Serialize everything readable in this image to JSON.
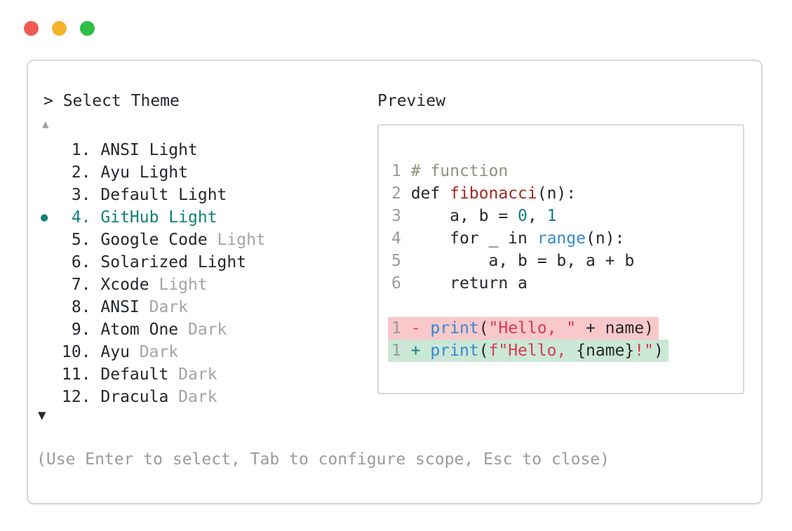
{
  "window": {
    "traffic_lights": [
      {
        "name": "close-button",
        "color": "#f15b53"
      },
      {
        "name": "minimize-button",
        "color": "#f4b32a"
      },
      {
        "name": "maximize-button",
        "color": "#2dbe43"
      }
    ]
  },
  "colors": {
    "accent_teal": "#118079",
    "foreground": "#24282c",
    "muted_gray": "#9b9b9b",
    "comment_olive": "#8e937f",
    "function_red": "#a32a20",
    "keyword_blue": "#3489d0",
    "string_crimson": "#d93a52",
    "diff_removed_bg": "#f8c8ca",
    "diff_added_bg": "#cbe7d6",
    "border_gray": "#d7d7d7"
  },
  "selector": {
    "title": "> Select Theme",
    "scroll_up_icon": "▲",
    "scroll_down_icon": "▼",
    "selected_bullet_icon": "●",
    "items": [
      {
        "num": "1",
        "name": "ANSI Light",
        "muted": "",
        "selected": false
      },
      {
        "num": "2",
        "name": "Ayu Light",
        "muted": "",
        "selected": false
      },
      {
        "num": "3",
        "name": "Default Light",
        "muted": "",
        "selected": false
      },
      {
        "num": "4",
        "name": "GitHub Light",
        "muted": "",
        "selected": true
      },
      {
        "num": "5",
        "name": "Google Code",
        "muted": "Light",
        "selected": false
      },
      {
        "num": "6",
        "name": "Solarized Light",
        "muted": "",
        "selected": false
      },
      {
        "num": "7",
        "name": "Xcode",
        "muted": "Light",
        "selected": false
      },
      {
        "num": "8",
        "name": "ANSI",
        "muted": "Dark",
        "selected": false
      },
      {
        "num": "9",
        "name": "Atom One",
        "muted": "Dark",
        "selected": false
      },
      {
        "num": "10",
        "name": "Ayu",
        "muted": "Dark",
        "selected": false
      },
      {
        "num": "11",
        "name": "Default",
        "muted": "Dark",
        "selected": false
      },
      {
        "num": "12",
        "name": "Dracula",
        "muted": "Dark",
        "selected": false
      }
    ],
    "hint": "(Use Enter to select, Tab to configure scope, Esc to close)"
  },
  "preview": {
    "label": "Preview",
    "code_lines": [
      {
        "num": "1",
        "bg": "",
        "segments": [
          {
            "t": "# function",
            "c": "comment"
          }
        ]
      },
      {
        "num": "2",
        "bg": "",
        "segments": [
          {
            "t": "def ",
            "c": "fg"
          },
          {
            "t": "fibonacci",
            "c": "func"
          },
          {
            "t": "(n):",
            "c": "fg"
          }
        ]
      },
      {
        "num": "3",
        "bg": "",
        "segments": [
          {
            "t": "    a, b = ",
            "c": "fg"
          },
          {
            "t": "0",
            "c": "teal"
          },
          {
            "t": ", ",
            "c": "fg"
          },
          {
            "t": "1",
            "c": "teal"
          }
        ]
      },
      {
        "num": "4",
        "bg": "",
        "segments": [
          {
            "t": "    for _ in ",
            "c": "fg"
          },
          {
            "t": "range",
            "c": "blue"
          },
          {
            "t": "(n):",
            "c": "fg"
          }
        ]
      },
      {
        "num": "5",
        "bg": "",
        "segments": [
          {
            "t": "        a, b = b, a + b",
            "c": "fg"
          }
        ]
      },
      {
        "num": "6",
        "bg": "",
        "segments": [
          {
            "t": "    return a",
            "c": "fg"
          }
        ]
      },
      {
        "num": "",
        "bg": "",
        "segments": []
      },
      {
        "num": "1",
        "bg": "removed",
        "segments": [
          {
            "t": "- ",
            "c": "crimson"
          },
          {
            "t": "print",
            "c": "blue"
          },
          {
            "t": "(",
            "c": "fg"
          },
          {
            "t": "\"Hello, \"",
            "c": "crimson"
          },
          {
            "t": " + name)",
            "c": "fg"
          }
        ]
      },
      {
        "num": "1",
        "bg": "added",
        "segments": [
          {
            "t": "+ ",
            "c": "teal"
          },
          {
            "t": "print",
            "c": "blue"
          },
          {
            "t": "(",
            "c": "fg"
          },
          {
            "t": "f\"Hello, ",
            "c": "crimson"
          },
          {
            "t": "{name}",
            "c": "fg"
          },
          {
            "t": "!\"",
            "c": "crimson"
          },
          {
            "t": ")",
            "c": "fg"
          }
        ]
      }
    ]
  }
}
